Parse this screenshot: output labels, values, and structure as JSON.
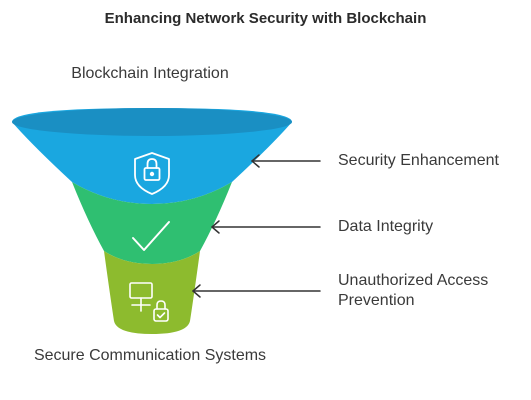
{
  "title": "Enhancing Network Security with Blockchain",
  "funnel": {
    "top_label": "Blockchain Integration",
    "bottom_label": "Secure Communication Systems",
    "stages": [
      {
        "label": "Security Enhancement",
        "icon": "shield-lock-icon",
        "color": "#1aa7e0"
      },
      {
        "label": "Data Integrity",
        "icon": "checkmark-icon",
        "color": "#2fbf71"
      },
      {
        "label": "Unauthorized Access Prevention",
        "icon": "secure-computer-icon",
        "color": "#8dbb2e"
      }
    ]
  },
  "colors": {
    "arrow": "#333333",
    "icon_stroke": "#ffffff"
  }
}
